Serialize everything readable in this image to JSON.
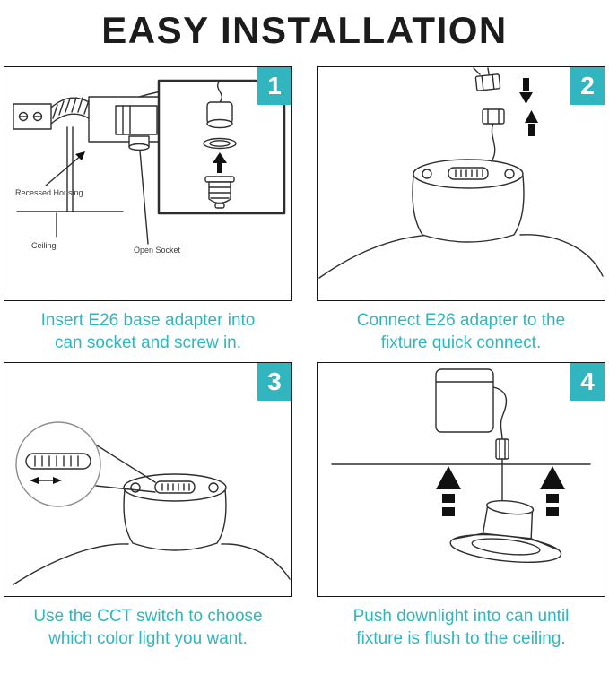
{
  "title": "EASY INSTALLATION",
  "colors": {
    "accent": "#31b6bf",
    "ink": "#1c1c1c"
  },
  "steps": [
    {
      "number": "1",
      "caption": "Insert E26 base adapter into\ncan socket and screw in.",
      "labels": {
        "recessed_housing": "Recessed Housing",
        "ceiling": "Ceiling",
        "open_socket": "Open Socket"
      }
    },
    {
      "number": "2",
      "caption": "Connect E26 adapter to the\nfixture quick connect."
    },
    {
      "number": "3",
      "caption": "Use the CCT switch to choose\nwhich color light you want."
    },
    {
      "number": "4",
      "caption": "Push downlight into can until\nfixture is flush to the ceiling."
    }
  ]
}
